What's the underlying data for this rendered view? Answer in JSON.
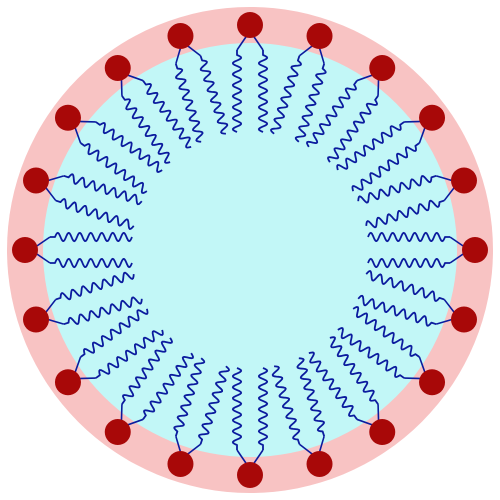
{
  "diagram": {
    "kind": "micelle cross-section",
    "molecule_count": 20,
    "tails_per_molecule": 2,
    "colors": {
      "background": "#ffffff",
      "outer_shell": "#f8c3c3",
      "inner_core": "#c2f7f7",
      "head_group": "#a80808",
      "tail": "#0b1b9e"
    },
    "icons": [
      "polar-head-icon",
      "hydrophobic-tail-icon"
    ]
  }
}
